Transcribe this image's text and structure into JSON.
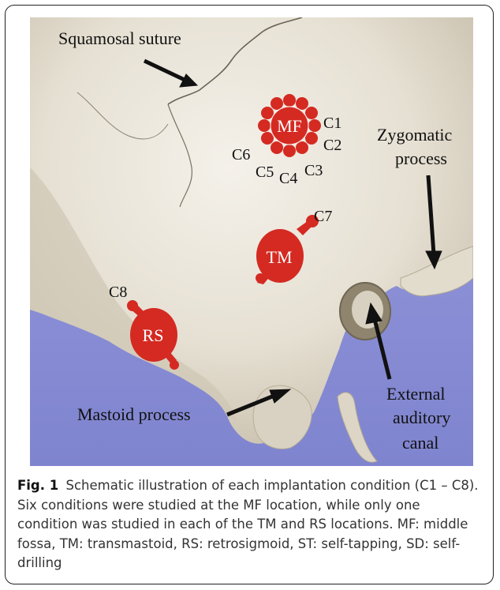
{
  "figure": {
    "labels": {
      "squamosal_suture": "Squamosal suture",
      "zygomatic_1": "Zygomatic",
      "zygomatic_2": "process",
      "mastoid_process": "Mastoid process",
      "external_1": "External",
      "external_2": "auditory",
      "external_3": "canal"
    },
    "sites": {
      "mf": "MF",
      "tm": "TM",
      "rs": "RS"
    },
    "conditions": {
      "c1": "C1",
      "c2": "C2",
      "c3": "C3",
      "c4": "C4",
      "c5": "C5",
      "c6": "C6",
      "c7": "C7",
      "c8": "C8"
    },
    "colors": {
      "marker_red": "#d42a22",
      "background_blue": "#8a8ed6",
      "bone": "#e8e3d8"
    }
  },
  "caption": {
    "fig_label": "Fig. 1",
    "text": "Schematic illustration of each implantation condition (C1 – C8). Six conditions were studied at the MF location, while only one condition was studied in each of the TM and RS locations. MF: middle fossa, TM: transmastoid, RS: retrosigmoid, ST: self-tapping, SD: self-drilling"
  }
}
